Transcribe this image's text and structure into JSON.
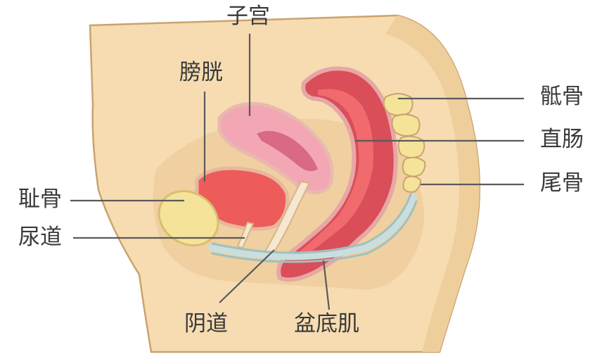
{
  "labels": {
    "uterus": "子宫",
    "bladder": "膀胱",
    "pubic_bone": "耻骨",
    "urethra": "尿道",
    "vagina": "阴道",
    "pelvic_floor_muscle": "盆底肌",
    "sacrum": "骶骨",
    "rectum": "直肠",
    "coccyx": "尾骨"
  },
  "colors": {
    "skin": "#f7dcb2",
    "skin_outline": "#c9a36e",
    "inner_tissue": "#f0cfa0",
    "bladder": "#ee5b5b",
    "uterus": "#f3a6b4",
    "rectum": "#d94e58",
    "bone": "#f5e39a",
    "muscle": "#c9dedd"
  }
}
